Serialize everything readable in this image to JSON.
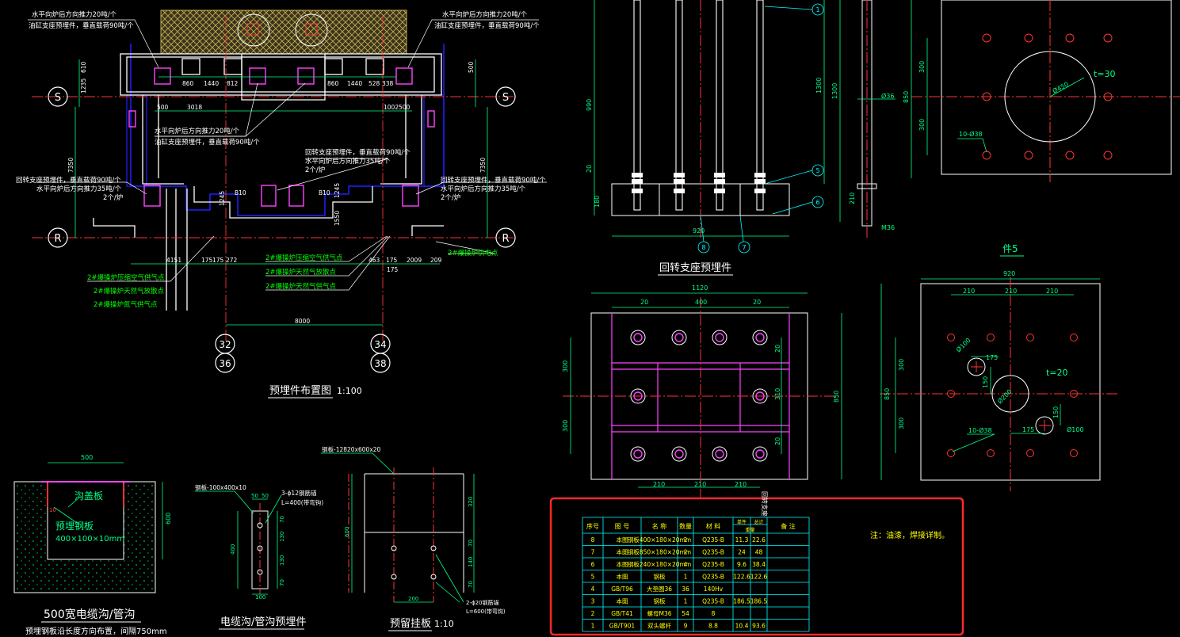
{
  "colors": {
    "background": "#000000",
    "wall": "#ffffff",
    "dimension": "#00ff88",
    "axis": "#ff3333",
    "part": "#ff44ff",
    "boundary": "#2020ff",
    "cyan": "#00ffff",
    "label": "#ffffff",
    "note_green": "#00ff00",
    "highlight": "#ff2a2a",
    "yellow": "#ffff00",
    "hatch": "#c8b24a"
  },
  "plan": {
    "title": "预埋件布置图",
    "scale": "1:100",
    "axis_S": "S",
    "axis_R": "R",
    "axis_32": "32",
    "axis_36": "36",
    "axis_34": "34",
    "axis_38": "38",
    "note_tl_1": "水平向炉后方向推力20吨/个",
    "note_tl_2": "油缸支座预埋件，垂直载荷90吨/个",
    "note_tr_1": "水平向炉后方向推力20吨/个",
    "note_tr_2": "油缸支座预埋件，垂直载荷90吨/个",
    "note_c_1": "水平向炉后方向推力20吨/个",
    "note_c_2": "油缸支座预埋件，垂直载荷90吨/个",
    "note_mid_1": "回转支座预埋件，垂直载荷90吨/个",
    "note_mid_2": "水平向炉后方向推力35吨/个",
    "note_mid_3": "2个/炉",
    "note_left_1": "回转支座预埋件，垂直载荷90吨/个",
    "note_left_2": "水平向炉后方向推力35吨/个",
    "note_left_3": "2个/炉",
    "note_right_1": "回转支座预埋件，垂直载荷90吨/个",
    "note_right_2": "水平向炉后方向推力35吨/个",
    "note_right_3": "2个/炉",
    "gas_l1": "2#爆操炉压缩空气供气点",
    "gas_l2": "2#爆操炉天然气放散点",
    "gas_l3": "2#爆操炉氮气供气点",
    "gas_c1": "2#爆操炉压缩空气供气点",
    "gas_c2": "2#爆操炉天然气放散点",
    "gas_c3": "2#爆操炉天然气供气点",
    "gas_r1": "2#爆操炉供电点",
    "dims": {
      "d860a": "860",
      "d1440a": "1440",
      "d812": "812",
      "d860b": "860",
      "d1440b": "1440",
      "d528": "528",
      "d338": "338",
      "d500a": "500",
      "d3018": "3018",
      "d1002": "1002",
      "d500b": "500",
      "d1235": "1235",
      "d610": "610",
      "d500c": "500",
      "d7350a": "7350",
      "d7350b": "7350",
      "d4151": "4151",
      "d175a": "175",
      "d175b": "175",
      "d272": "272",
      "d463": "463",
      "d175c": "175",
      "d2009": "2009",
      "d209": "209",
      "d175d": "175",
      "d8000": "8000",
      "d1245a": "1245",
      "d1245b": "1245",
      "d1550": "1550",
      "dB10a": "B10",
      "dB10b": "B10"
    }
  },
  "anchor": {
    "title": "回转支座预埋件",
    "d990": "990",
    "d1300a": "1300",
    "d1300b": "1300",
    "d20": "20",
    "d180": "180",
    "d920": "920",
    "d210": "210",
    "d36": "Ø36",
    "dM36": "M36",
    "c1": "1",
    "c5": "5",
    "c6": "6",
    "c7": "7",
    "c8": "8"
  },
  "piece5": {
    "title": "件5",
    "t30": "t=30",
    "d450": "Ø450",
    "d300a": "300",
    "d300b": "300",
    "d850": "850",
    "holes": "10-Ø38"
  },
  "plate": {
    "d1120": "1120",
    "d20a": "20",
    "d400": "400",
    "d20b": "20",
    "d300a": "300",
    "d300b": "300",
    "d850": "850",
    "d20c": "20",
    "d310": "310",
    "d20d": "20",
    "d210a": "210",
    "d210b": "210",
    "d210c": "210"
  },
  "piece6": {
    "d920": "920",
    "d210a": "210",
    "d210b": "210",
    "d210c": "210",
    "t20": "t=20",
    "d300a": "300",
    "d300b": "300",
    "d850": "850",
    "d175a": "175",
    "d150a": "150",
    "d150b": "150",
    "d175b": "175",
    "d200": "Ø200",
    "d100a": "Ø100",
    "d100b": "Ø100",
    "holes": "10-Ø38"
  },
  "trench": {
    "title": "500宽电缆沟/管沟",
    "note": "预埋钢板沿长度方向布置，间隔750mm",
    "w500": "500",
    "cover": "沟盖板",
    "plate": "预埋钢板",
    "plate_size": "400×100×10mm",
    "d10": "10",
    "d600": "600"
  },
  "embed": {
    "title": "电缆沟/管沟预埋件",
    "steel": "钢板-100x400x10",
    "bolt1": "3-ɸ12钢筋锚",
    "bolt2": "L=400(带弯钩)",
    "d50a": "50",
    "d50b": "50",
    "d400": "400",
    "d70a": "70",
    "d130a": "130",
    "d130b": "130",
    "d70b": "70",
    "d100": "100"
  },
  "hanger": {
    "title": "预留挂板",
    "scale": "1:10",
    "steel": "钢板-12820x600x20",
    "d600": "600",
    "d320": "320",
    "d70a": "70",
    "d140": "140",
    "d70b": "70",
    "d200": "200",
    "bolt1": "2-ɸ20钢筋锚",
    "bolt2": "L=600(带弯钩)"
  },
  "table": {
    "headers": [
      "序号",
      "图 号",
      "名 称",
      "数量",
      "材 料",
      "单件",
      "总计",
      "备 注"
    ],
    "header_sub": "重量",
    "note": "注：油漆，焊接详制。",
    "side_label": "回转支座",
    "rows": [
      [
        "8",
        "本图",
        "钢板400×180×20mm",
        "2",
        "Q235-B",
        "11.3",
        "22.6",
        ""
      ],
      [
        "7",
        "本图",
        "钢板850×180×20mm",
        "2",
        "Q235-B",
        "24",
        "48",
        ""
      ],
      [
        "6",
        "本图",
        "钢板240×180×20mm",
        "4",
        "Q235-B",
        "9.6",
        "38.4",
        ""
      ],
      [
        "5",
        "本图",
        "钢板",
        "1",
        "Q235-B",
        "122.6",
        "122.6",
        ""
      ],
      [
        "4",
        "GB/T96",
        "大垫圈36",
        "36",
        "140Hv",
        "",
        "",
        ""
      ],
      [
        "3",
        "本图",
        "钢板",
        "1",
        "Q235-B",
        "186.5",
        "186.5",
        ""
      ],
      [
        "2",
        "GB/T41",
        "螺母M36",
        "54",
        "8",
        "",
        "",
        ""
      ],
      [
        "1",
        "GB/T901",
        "双头螺杆",
        "9",
        "8.8",
        "10.4",
        "93.6",
        ""
      ]
    ]
  }
}
